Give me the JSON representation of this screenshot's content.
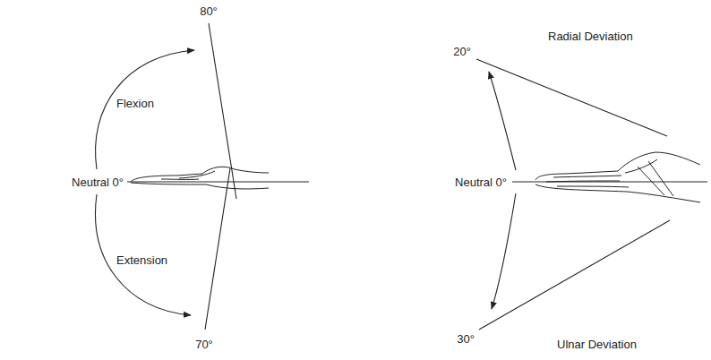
{
  "diagram": {
    "labels": [
      "80°",
      "Flexion",
      "Neutral 0°",
      "Extension",
      "70°",
      "20°",
      "Radial Deviation",
      "Neutral 0°",
      "Ulnar Deviation",
      "30°"
    ]
  }
}
